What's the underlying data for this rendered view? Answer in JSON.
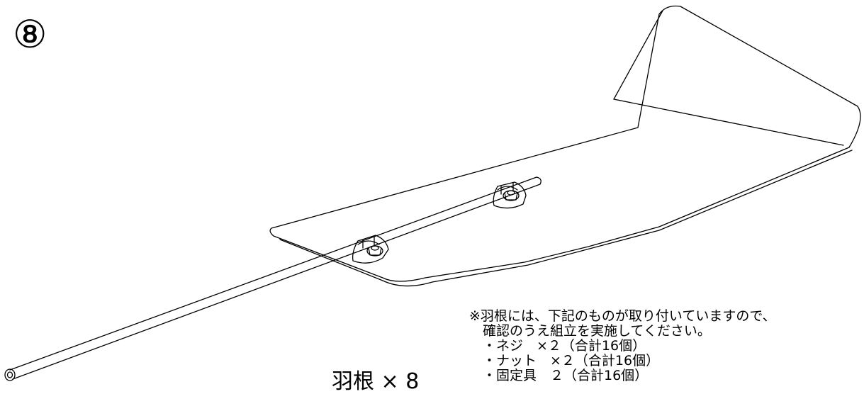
{
  "step": {
    "number": "⑧"
  },
  "part": {
    "label": "羽根 × 8"
  },
  "note": {
    "lines": [
      "※羽根には、下記のものが取り付いていますので、",
      "確認のうえ組立を実施してください。",
      "・ネジ　×２（合計16個）",
      "・ナット　×２（合計16個）",
      "・固定具　２（合計16個）"
    ]
  },
  "colors": {
    "line": "#000000",
    "background": "#ffffff"
  }
}
